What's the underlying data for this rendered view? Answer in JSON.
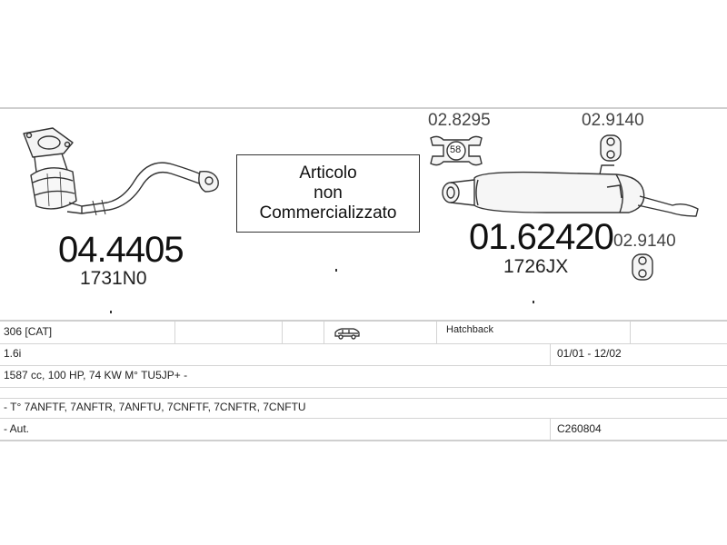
{
  "left_part": {
    "number": "04.4405",
    "code": "1731N0"
  },
  "notice": {
    "line1": "Articolo",
    "line2": "non",
    "line3": "Commercializzato"
  },
  "right_part": {
    "number": "01.62420",
    "code": "1726JX"
  },
  "clamp": {
    "number": "02.8295",
    "badge": "58"
  },
  "hanger_top": {
    "number": "02.9140"
  },
  "hanger_bottom": {
    "number": "02.9140"
  },
  "table": {
    "model": "306  [CAT]",
    "body": "Hatchback",
    "engine": "1.6i",
    "dates": "01/01 - 12/02",
    "spec": "1587 cc, 100 HP, 74 KW M° TU5JP+ -",
    "types": "- T° 7ANFTF, 7ANFTR, 7ANFTU, 7CNFTF, 7CNFTR, 7CNFTU",
    "gearbox": "- Aut.",
    "ref": "C260804"
  },
  "colors": {
    "rule": "#cfcfcf",
    "line": "#333333"
  },
  "icons": {
    "vehicle": "car-icon"
  }
}
